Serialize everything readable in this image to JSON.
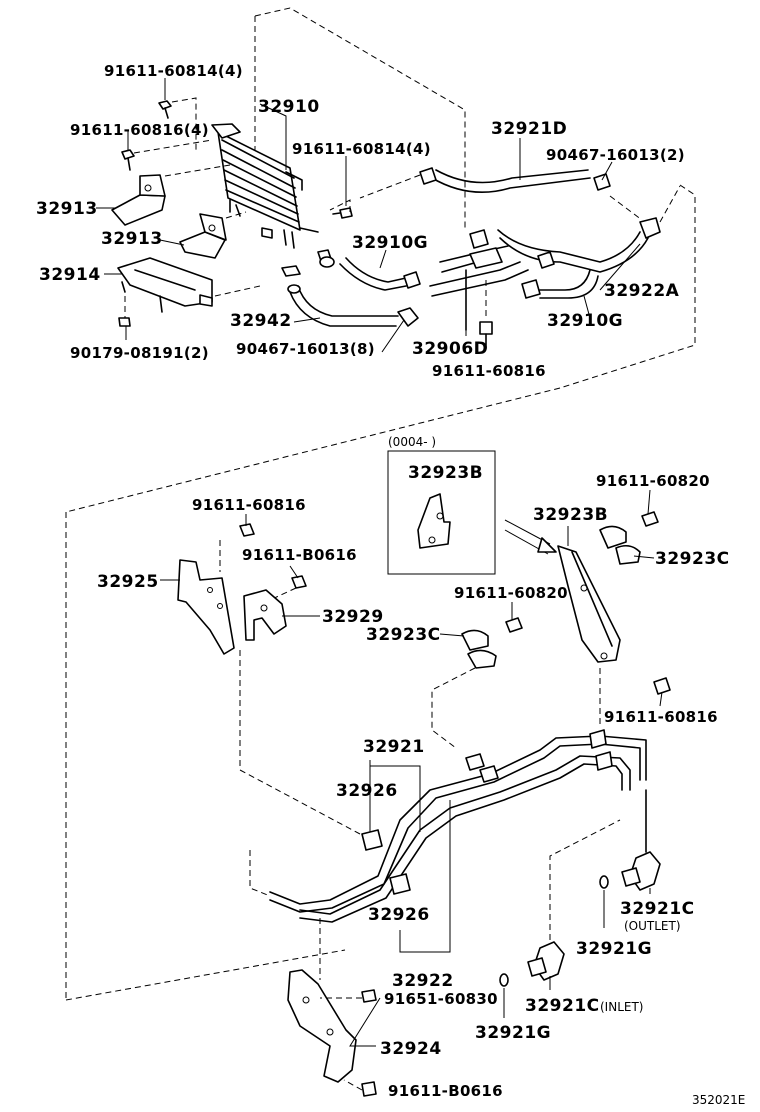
{
  "labels": {
    "p91611_60814_4_top": "91611-60814(4)",
    "p32910": "32910",
    "p91611_60816_4": "91611-60816(4)",
    "p91611_60814_4_mid": "91611-60814(4)",
    "p32921D": "32921D",
    "p90467_16013_2": "90467-16013(2)",
    "p32913_a": "32913",
    "p32913_b": "32913",
    "p32910G_a": "32910G",
    "p32914": "32914",
    "p32922A": "32922A",
    "p32942": "32942",
    "p32910G_b": "32910G",
    "p90179_08191_2": "90179-08191(2)",
    "p90467_16013_8": "90467-16013(8)",
    "p32906D": "32906D",
    "p91611_60816_top": "91611-60816",
    "inset_range": "(0004-      )",
    "p32923B_inset": "32923B",
    "p91611_60816_mid": "91611-60816",
    "p91611_60820_a": "91611-60820",
    "p91611_B0616_a": "91611-B0616",
    "p32923B": "32923B",
    "p32925": "32925",
    "p32923C_a": "32923C",
    "p32929": "32929",
    "p91611_60820_b": "91611-60820",
    "p32923C_b": "32923C",
    "p91611_60816_right": "91611-60816",
    "p32921": "32921",
    "p32926_a": "32926",
    "p32921C_outlet": "32921C",
    "outlet": "(OUTLET)",
    "p32926_b": "32926",
    "p32921G_a": "32921G",
    "p32922": "32922",
    "p91651_60830": "91651-60830",
    "p32921C_inlet": "32921C",
    "inlet": "(INLET)",
    "p32921G_b": "32921G",
    "p32924": "32924",
    "p91611_B0616_b": "91611-B0616",
    "diagram_code": "352021E"
  }
}
